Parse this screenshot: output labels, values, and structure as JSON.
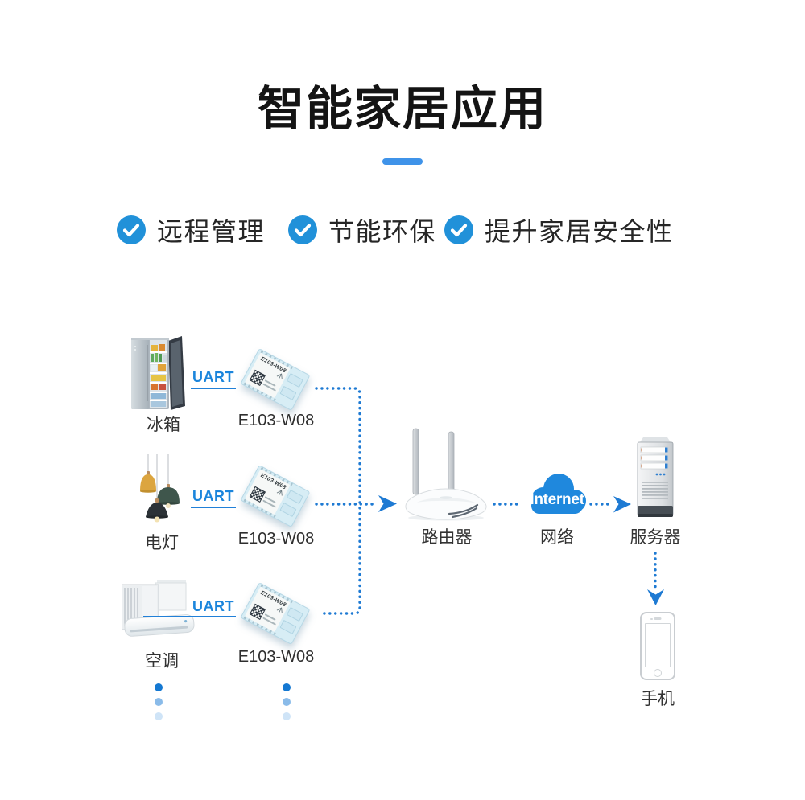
{
  "header": {
    "title": "智能家居应用"
  },
  "features": [
    {
      "label": "远程管理",
      "icon": "check-icon"
    },
    {
      "label": "节能环保",
      "icon": "check-icon"
    },
    {
      "label": "提升家居安全性",
      "icon": "check-icon"
    }
  ],
  "diagram": {
    "rows": [
      {
        "device_label": "冰箱",
        "link_label": "UART",
        "module_label": "E103-W08"
      },
      {
        "device_label": "电灯",
        "link_label": "UART",
        "module_label": "E103-W08"
      },
      {
        "device_label": "空调",
        "link_label": "UART",
        "module_label": "E103-W08"
      }
    ],
    "module_model": "E103-W08",
    "router_label": "路由器",
    "cloud_label": "Internet",
    "network_label": "网络",
    "server_label": "服务器",
    "phone_label": "手机"
  },
  "colors": {
    "accent_blue": "#1e7ad3",
    "check_blue": "#2191d9",
    "divider_blue": "#3f93e9",
    "cloud_blue": "#1f88dd",
    "title_text": "#141414",
    "label_text": "#333333"
  }
}
